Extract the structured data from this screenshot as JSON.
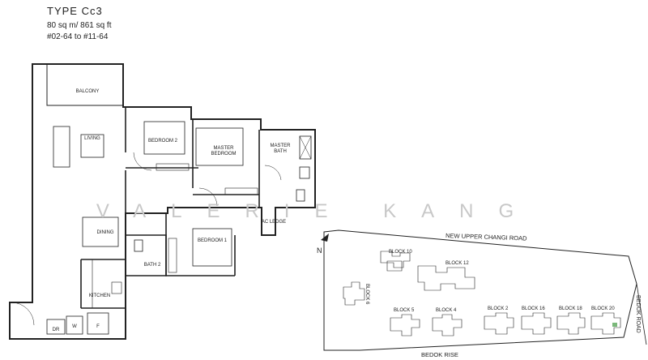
{
  "header": {
    "title": "TYPE Cc3",
    "area": "80 sq m/ 861 sq ft",
    "units": "#02-64 to #11-64"
  },
  "floor_plan": {
    "rooms": {
      "balcony": "BALCONY",
      "living": "LIVING",
      "bedroom2": "BEDROOM 2",
      "master_bedroom_1": "MASTER",
      "master_bedroom_2": "BEDROOM",
      "master_bath_1": "MASTER",
      "master_bath_2": "BATH",
      "ac_ledge": "AC LEDGE",
      "dining": "DINING",
      "bedroom1": "BEDROOM 1",
      "bath2": "BATH 2",
      "kitchen": "KITCHEN",
      "dr": "DR",
      "w": "W",
      "f": "F"
    },
    "watermark": "VALERIE KANG"
  },
  "site_plan": {
    "north": "N",
    "roads": {
      "new_upper_changi": "NEW UPPER CHANGI ROAD",
      "bedok_rise": "BEDOK RISE",
      "bedok_road": "BEDOK ROAD"
    },
    "blocks": [
      "BLOCK 10",
      "BLOCK 12",
      "BLOCK 6",
      "BLOCK 5",
      "BLOCK 4",
      "BLOCK 2",
      "BLOCK 16",
      "BLOCK 18",
      "BLOCK 20"
    ]
  },
  "colors": {
    "line": "#222222",
    "watermark": "#c8c8c8",
    "highlight": "#7ab87a"
  }
}
